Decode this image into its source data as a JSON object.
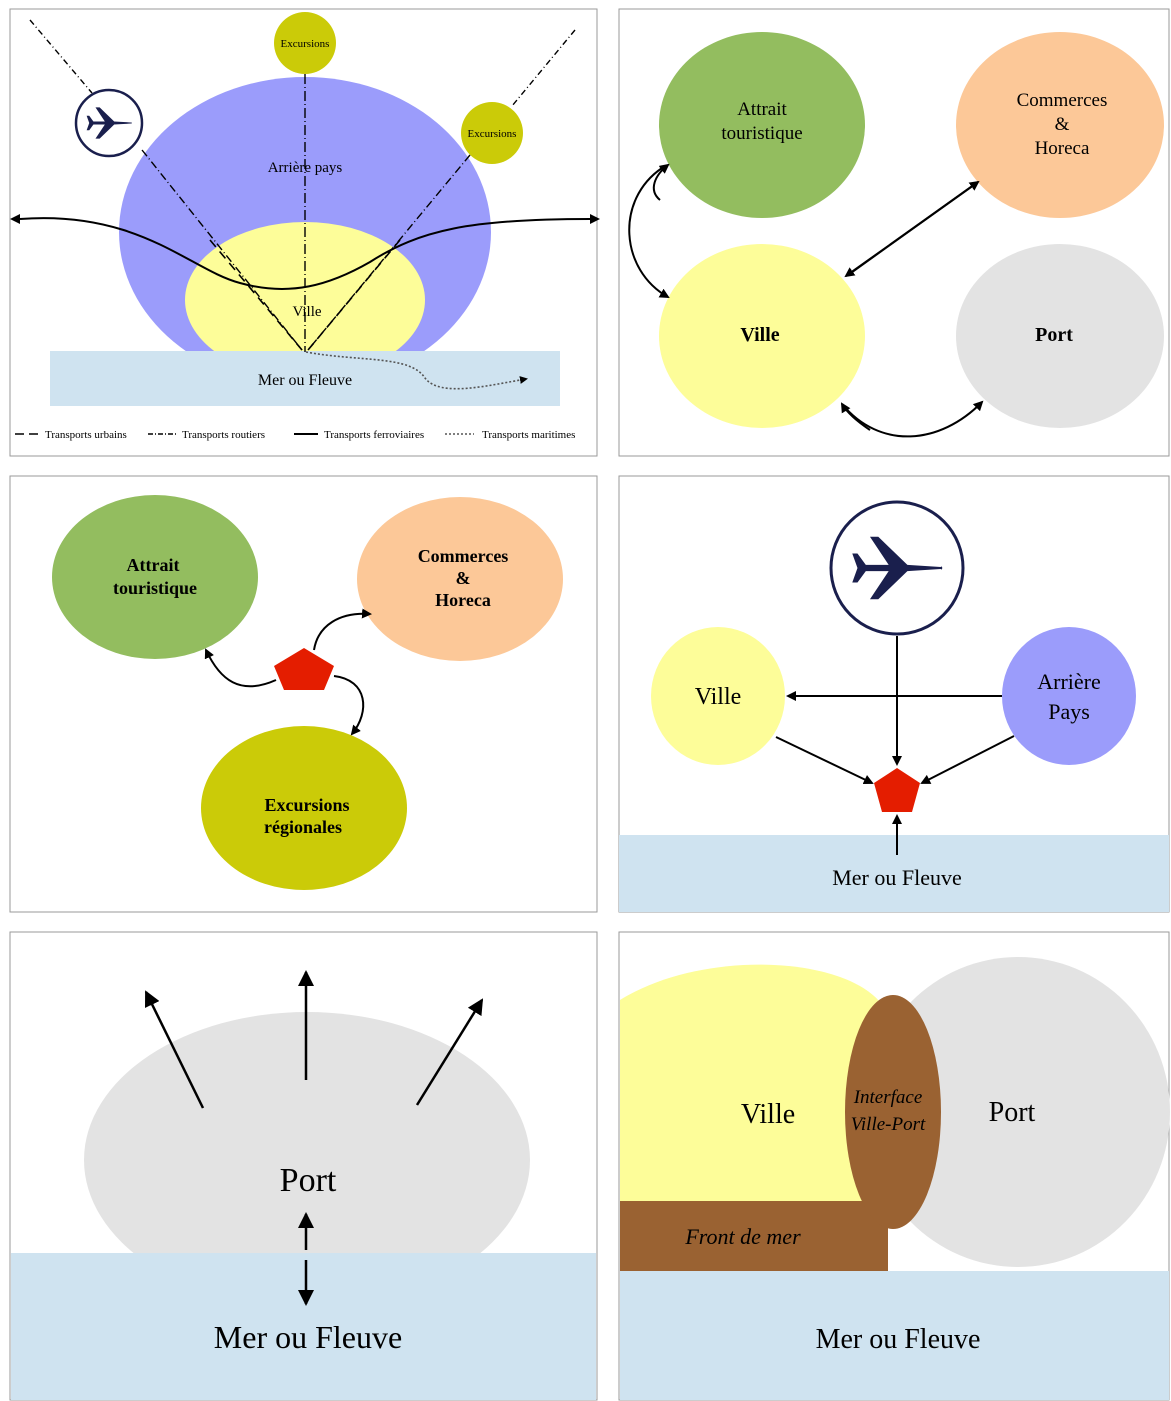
{
  "panel1": {
    "excursions_top": "Excursions",
    "excursions_right": "Excursions",
    "arriere_pays": "Arrière pays",
    "ville": "Ville",
    "mer": "Mer ou Fleuve",
    "legend": {
      "urbains": "Transports urbains",
      "routiers": "Transports routiers",
      "ferroviaires": "Transports ferroviaires",
      "maritimes": "Transports maritimes"
    }
  },
  "panel2": {
    "attrait_line1": "Attrait",
    "attrait_line2": "touristique",
    "commerces_line1": "Commerces",
    "commerces_line2": "&",
    "commerces_line3": "Horeca",
    "ville": "Ville",
    "port": "Port"
  },
  "panel3": {
    "attrait_line1": "Attrait",
    "attrait_line2": "touristique",
    "commerces_line1": "Commerces",
    "commerces_line2": "&",
    "commerces_line3": "Horeca",
    "excursions_line1": "Excursions",
    "excursions_line2": "régionales"
  },
  "panel4": {
    "ville": "Ville",
    "arriere_line1": "Arrière",
    "arriere_line2": "Pays",
    "mer": "Mer ou Fleuve"
  },
  "panel5": {
    "port": "Port",
    "mer": "Mer ou Fleuve"
  },
  "panel6": {
    "ville": "Ville",
    "interface_line1": "Interface",
    "interface_line2": "Ville-Port",
    "port": "Port",
    "front": "Front de mer",
    "mer": "Mer ou Fleuve"
  },
  "colors": {
    "arriere_pays": "#9b9cfb",
    "ville": "#fdfd99",
    "water": "#cfe3f0",
    "excursions": "#cbcb08",
    "attrait": "#93bd5f",
    "commerces": "#fcc898",
    "port": "#e3e3e3",
    "hub": "#e41d00",
    "brown": "#9a6232",
    "plane": "#1a1f4d"
  }
}
